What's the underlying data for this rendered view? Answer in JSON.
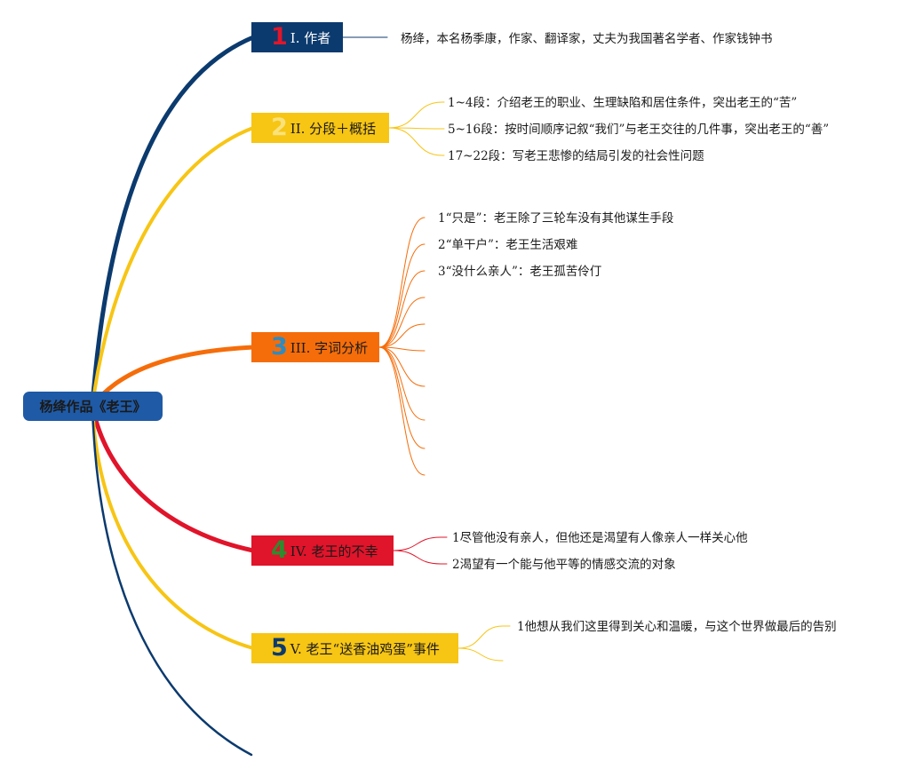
{
  "colors": {
    "root_bg": "#1F5AA6",
    "root_text": "#1a1a1a",
    "t1_bg": "#0B3A6E",
    "t1_num": "#E1152A",
    "t1_text": "#ffffff",
    "t1_line": "#0B3A6E",
    "t2_bg": "#F7C514",
    "t2_num": "#F9E27A",
    "t2_text": "#1a1a1a",
    "t2_line": "#F7C514",
    "t3_bg": "#F56D0A",
    "t3_num": "#2E8BC0",
    "t3_text": "#1a1a1a",
    "t3_line": "#F56D0A",
    "t4_bg": "#E0142A",
    "t4_num": "#2E8B2E",
    "t4_text": "#1a1a1a",
    "t4_line": "#E0142A",
    "t5_bg": "#F7C514",
    "t5_num": "#0B3A6E",
    "t5_text": "#1a1a1a",
    "t5_line": "#F7C514",
    "tail_line": "#0B3A6E"
  },
  "root": {
    "label": "杨绛作品《老王》"
  },
  "topics": [
    {
      "num": "1",
      "label": "I. 作者",
      "leaves": [
        "杨绛，本名杨季康，作家、翻译家，丈夫为我国著名学者、作家钱钟书"
      ]
    },
    {
      "num": "2",
      "label": "II. 分段＋概括",
      "leaves": [
        "1~4段：介绍老王的职业、生理缺陷和居住条件，突出老王的“苦”",
        "5~16段：按时间顺序记叙“我们”与老王交往的几件事，突出老王的“善”",
        "17~22段：写老王悲惨的结局引发的社会性问题"
      ]
    },
    {
      "num": "3",
      "label": "III. 字词分析",
      "leaves": [
        "1“只是”：老王除了三轮车没有其他谋生手段",
        "2“单干户”：老王生活艰难",
        "3“没什么亲人”：老王孤苦伶仃",
        "",
        "",
        "",
        "",
        "",
        "",
        ""
      ]
    },
    {
      "num": "4",
      "label": "IV. 老王的不幸",
      "leaves": [
        "1尽管他没有亲人，但他还是渴望有人像亲人一样关心他",
        "2渴望有一个能与他平等的情感交流的对象"
      ]
    },
    {
      "num": "5",
      "label": "V. 老王“送香油鸡蛋”事件",
      "leaves": [
        "1他想从我们这里得到关心和温暖，与这个世界做最后的告别",
        ""
      ]
    }
  ]
}
